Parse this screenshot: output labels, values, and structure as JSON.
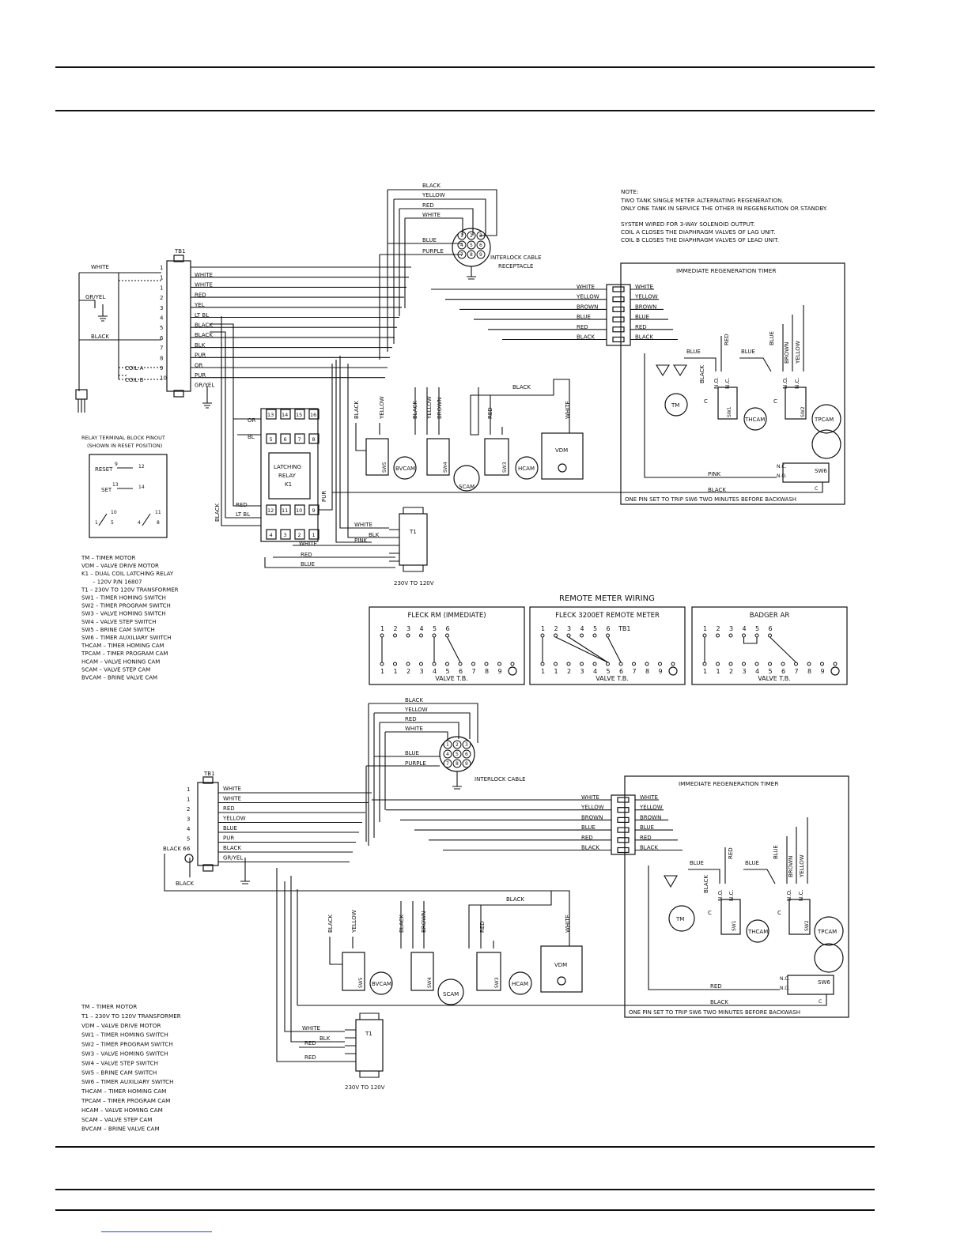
{
  "note": [
    "NOTE:",
    "TWO TANK SINGLE METER ALTERNATING REGENERATION.",
    "ONLY ONE TANK IN SERVICE THE OTHER IN REGENERATION OR STANDBY.",
    "SYSTEM WIRED FOR 3-WAY SOLENOID OUTPUT.",
    "COIL A CLOSES THE DIAPHRAGM VALVES OF LAG UNIT.",
    "COIL B CLOSES THE DIAPHRAGM VALVES OF LEAD UNIT."
  ],
  "top": {
    "tb1_label": "TB1",
    "tb1_numbers": [
      "1",
      "1",
      "1",
      "2",
      "3",
      "4",
      "5",
      "6",
      "7",
      "8",
      "9",
      "10"
    ],
    "tb1_wires": [
      "WHITE",
      "WHITE",
      "RED",
      "YEL",
      "LT BL",
      "BLACK",
      "BLACK",
      "BLK",
      "PUR",
      "OR",
      "PUR",
      "GR/YEL"
    ],
    "cord_labels": {
      "white": "WHITE",
      "gr_yel": "GR/YEL",
      "black": "BLACK",
      "coil_a": "COIL A",
      "coil_b": "COIL B"
    },
    "interlock_wires": [
      "BLACK",
      "YELLOW",
      "RED",
      "WHITE",
      "BLUE",
      "PURPLE"
    ],
    "interlock_pins": [
      "1",
      "2",
      "3",
      "4",
      "5",
      "6",
      "7",
      "8",
      "9"
    ],
    "interlock_label": [
      "INTERLOCK CABLE",
      "RECEPTACLE"
    ],
    "timer_title": "IMMEDIATE REGENERATION TIMER",
    "timer_left_wires": [
      "WHITE",
      "YELLOW",
      "BROWN",
      "BLUE",
      "RED",
      "BLACK"
    ],
    "timer_right_wires": [
      "WHITE",
      "YELLOW",
      "BROWN",
      "BLUE",
      "RED",
      "BLACK"
    ],
    "timer_internal": {
      "blue1": "BLUE",
      "red": "RED",
      "blue2": "BLUE",
      "blue3": "BLUE",
      "brown": "BROWN",
      "yellow": "YELLOW",
      "black": "BLACK",
      "no": "N.O.",
      "nc": "N.C.",
      "c": "C"
    },
    "tm": "TM",
    "sw1": "SW1",
    "thcam": "THCAM",
    "sw2": "SW2",
    "tpcam": "TPCAM",
    "sw6": "SW6",
    "pink": "PINK",
    "black_bottom": "BLACK",
    "pin_note": "ONE PIN SET TO TRIP SW6 TWO MINUTES BEFORE BACKWASH",
    "valve_wires": {
      "black1": "BLACK",
      "yellow1": "YELLOW",
      "black2": "BLACK",
      "yellow2": "YELLOW",
      "brown2": "BROWN",
      "black3": "BLACK",
      "red3": "RED",
      "white4": "WHITE"
    },
    "sw5": "SW5",
    "bvcam": "BVCAM",
    "sw4": "SW4",
    "scam": "SCAM",
    "sw3": "SW3",
    "hcam": "HCAM",
    "vdm": "VDM",
    "relay_top_pins": [
      "13",
      "14",
      "15",
      "16"
    ],
    "relay_mid_pins": [
      "5",
      "6",
      "7",
      "8"
    ],
    "relay_title": [
      "LATCHING",
      "RELAY",
      "K1"
    ],
    "relay_low_pins": [
      "12",
      "11",
      "10",
      "9"
    ],
    "relay_bot_pins": [
      "4",
      "3",
      "2",
      "1"
    ],
    "relay_wires": {
      "or": "OR",
      "bl": "BL",
      "red": "RED",
      "ltbl": "LT BL",
      "black": "BLACK",
      "pur": "PUR",
      "white": "WHITE",
      "red2": "RED",
      "blue": "BLUE"
    },
    "t1_label": "T1",
    "t1_wires": {
      "white": "WHITE",
      "blk": "BLK",
      "pink": "PINK"
    },
    "t1_caption": "230V TO 120V",
    "pinout_title": [
      "RELAY TERMINAL BLOCK PINOUT",
      "(SHOWN IN RESET POSITION)"
    ],
    "pinout_labels": {
      "reset": "RESET",
      "set": "SET",
      "p9": "9",
      "p12": "12",
      "p13": "13",
      "p14": "14",
      "p1": "1",
      "p5": "5",
      "p10": "10",
      "p4": "4",
      "p8": "8",
      "p11": "11"
    },
    "legend": [
      "TM – TIMER MOTOR",
      "VDM – VALVE DRIVE MOTOR",
      "K1 – DUAL COIL LATCHING RELAY",
      "– 120V P/N 16807",
      "T1 – 230V TO 120V TRANSFORMER",
      "SW1 – TIMER HOMING SWITCH",
      "SW2 – TIMER PROGRAM SWITCH",
      "SW3 – VALVE HOMING SWITCH",
      "SW4 – VALVE STEP SWITCH",
      "SW5 – BRINE CAM SWITCH",
      "SW6 – TIMER AUXILIARY SWITCH",
      "THCAM – TIMER HOMING CAM",
      "TPCAM – TIMER PROGRAM CAM",
      "HCAM – VALVE HONING CAM",
      "SCAM – VALVE STEP CAM",
      "BVCAM – BRINE VALVE CAM"
    ]
  },
  "remote": {
    "title": "REMOTE METER WIRING",
    "boxes": [
      {
        "title": "FLECK RM (IMMEDIATE)",
        "top": [
          "1",
          "2",
          "3",
          "4",
          "5",
          "6"
        ],
        "bottom": [
          "1",
          "1",
          "2",
          "3",
          "4",
          "5",
          "6",
          "7",
          "8",
          "9"
        ],
        "foot": "VALVE T.B.",
        "tb": ""
      },
      {
        "title": "FLECK 3200ET REMOTE METER",
        "top": [
          "1",
          "2",
          "3",
          "4",
          "5",
          "6"
        ],
        "bottom": [
          "1",
          "1",
          "2",
          "3",
          "4",
          "5",
          "6",
          "7",
          "8",
          "9"
        ],
        "foot": "VALVE T.B.",
        "tb": "TB1"
      },
      {
        "title": "BADGER AR",
        "top": [
          "1",
          "2",
          "3",
          "4",
          "5",
          "6"
        ],
        "bottom": [
          "1",
          "1",
          "2",
          "3",
          "4",
          "5",
          "6",
          "7",
          "8",
          "9"
        ],
        "foot": "VALVE T.B.",
        "tb": ""
      }
    ]
  },
  "bottom": {
    "tb1_label": "TB1",
    "tb1_numbers": [
      "1",
      "1",
      "2",
      "3",
      "4",
      "5",
      "6"
    ],
    "tb1_wires": [
      "WHITE",
      "WHITE",
      "RED",
      "YELLOW",
      "BLUE",
      "PUR",
      "BLACK",
      "GR/YEL"
    ],
    "black6": "BLACK 6",
    "black_cord": "BLACK",
    "interlock_wires": [
      "BLACK",
      "YELLOW",
      "RED",
      "WHITE",
      "BLUE",
      "PURPLE"
    ],
    "interlock_pins": [
      "1",
      "2",
      "3",
      "4",
      "5",
      "6",
      "7",
      "8",
      "9"
    ],
    "interlock_label": "INTERLOCK CABLE",
    "timer_title": "IMMEDIATE REGENERATION TIMER",
    "timer_left_wires": [
      "WHITE",
      "YELLOW",
      "BROWN",
      "BLUE",
      "RED",
      "BLACK"
    ],
    "timer_right_wires": [
      "WHITE",
      "YELLOW",
      "BROWN",
      "BLUE",
      "RED",
      "BLACK"
    ],
    "timer_internal": {
      "blue1": "BLUE",
      "red": "RED",
      "blue2": "BLUE",
      "blue3": "BLUE",
      "brown": "BROWN",
      "yellow": "YELLOW",
      "black": "BLACK",
      "no": "N.O.",
      "nc": "N.C.",
      "c": "C"
    },
    "tm": "TM",
    "sw1": "SW1",
    "thcam": "THCAM",
    "sw2": "SW2",
    "tpcam": "TPCAM",
    "sw6": "SW6",
    "red_bottom": "RED",
    "black_bottom": "BLACK",
    "pin_note": "ONE PIN SET TO TRIP SW6 TWO MINUTES BEFORE BACKWASH",
    "valve_wires": {
      "black1": "BLACK",
      "yellow1": "YELLOW",
      "black2": "BLACK",
      "brown2": "BROWN",
      "black3": "BLACK",
      "red3": "RED",
      "white4": "WHITE"
    },
    "sw5": "SW5",
    "bvcam": "BVCAM",
    "sw4": "SW4",
    "scam": "SCAM",
    "sw3": "SW3",
    "hcam": "HCAM",
    "vdm": "VDM",
    "t1_label": "T1",
    "t1_wires": {
      "white": "WHITE",
      "blk": "BLK",
      "red1": "RED",
      "red2": "RED"
    },
    "t1_caption": "230V TO 120V",
    "legend": [
      "TM – TIMER MOTOR",
      "T1 – 230V TO 120V TRANSFORMER",
      "VDM – VALVE DRIVE MOTOR",
      "SW1 – TIMER HOMING SWITCH",
      "SW2 – TIMER PROGRAM SWITCH",
      "SW3 – VALVE HOMING SWITCH",
      "SW4 – VALVE STEP SWITCH",
      "SW5 – BRINE CAM SWITCH",
      "SW6 – TIMER AUXILIARY SWITCH",
      "THCAM – TIMER HOMING CAM",
      "TPCAM – TIMER PROGRAM CAM",
      "HCAM – VALVE HOMING CAM",
      "SCAM – VALVE STEP CAM",
      "BVCAM – BRINE VALVE CAM"
    ]
  }
}
